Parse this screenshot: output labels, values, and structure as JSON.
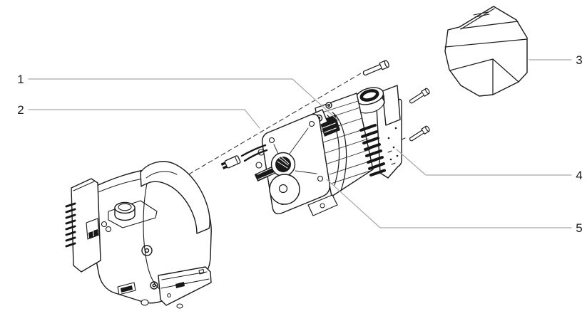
{
  "figure": {
    "type": "exploded-parts-diagram",
    "background": "#ffffff",
    "ink_color": "#1a1a1a",
    "leader_color": "#a8a8a8",
    "callouts": [
      {
        "label": "1"
      },
      {
        "label": "2"
      },
      {
        "label": "3"
      },
      {
        "label": "4"
      },
      {
        "label": "5"
      }
    ]
  }
}
